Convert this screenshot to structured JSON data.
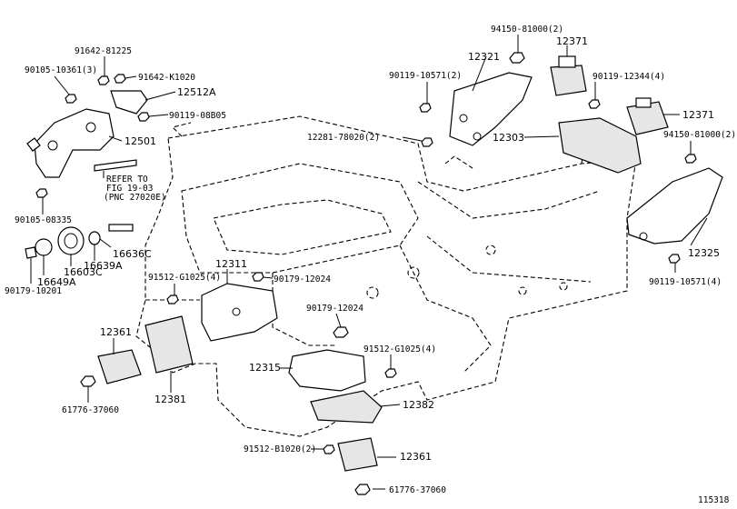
{
  "labels": {
    "l1": "91642-81225",
    "l2": "90105-10361(3)",
    "l3": "91642-K1020",
    "l4": "12512A",
    "l5": "90119-08B05",
    "l6": "12501",
    "l7": "REFER TO",
    "l8": "FIG 19-03",
    "l9": "(PNC 27020E)",
    "l10": "90105-08335",
    "l11": "16636C",
    "l12": "16639A",
    "l13": "16649A",
    "l14": "16603C",
    "l15": "90179-10201",
    "l16": "94150-81000(2)",
    "l17": "12371",
    "l18": "12321",
    "l19": "90119-10571(2)",
    "l20": "90119-12344(4)",
    "l21": "12371",
    "l22": "12281-78020(2)",
    "l23": "12303",
    "l24": "94150-81000(2)",
    "l25": "12325",
    "l26": "90119-10571(4)",
    "l27": "12311",
    "l28": "91512-G1025(4)",
    "l29": "90179-12024",
    "l30": "90179-12024",
    "l31": "12361",
    "l32": "91512-G1025(4)",
    "l33": "12315",
    "l34": "12381",
    "l35": "12382",
    "l36": "61776-37060",
    "l37": "91512-B1020(2)",
    "l38": "12361",
    "l39": "61776-37060",
    "l40": "115318"
  }
}
